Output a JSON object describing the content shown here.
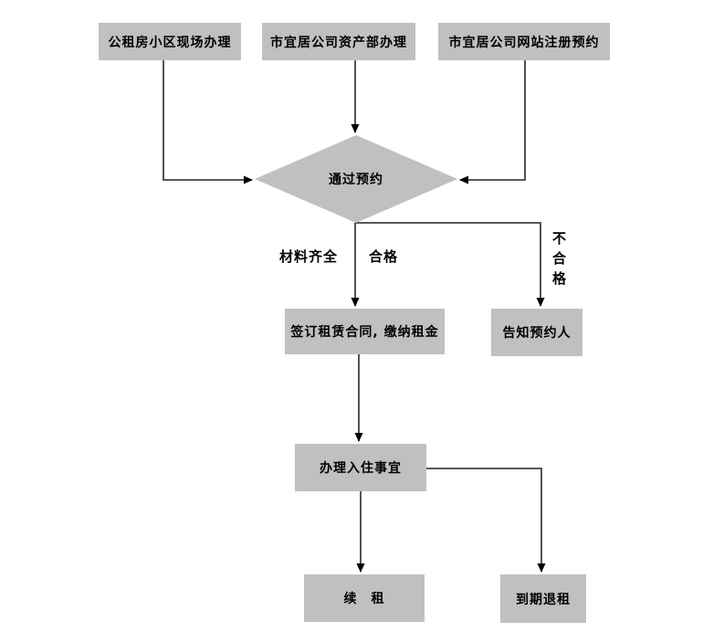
{
  "colors": {
    "node_fill": "#c0c0c0",
    "line": "#404040",
    "text": "#000000",
    "background": "#ffffff"
  },
  "nodes": {
    "site_office": "公租房小区现场办理",
    "asset_dept": "市宜居公司资产部办理",
    "website_register": "市宜居公司网站注册预约",
    "decision_appointment": "通过预约",
    "sign_contract": "签订租赁合同, 缴纳租金",
    "notify_applicant": "告知预约人",
    "checkin": "办理入住事宜",
    "renew": "续　租",
    "return_expiry": "到期退租"
  },
  "edge_labels": {
    "materials_complete": "材料齐全",
    "qualified": "合格",
    "unqualified": "不合格"
  }
}
